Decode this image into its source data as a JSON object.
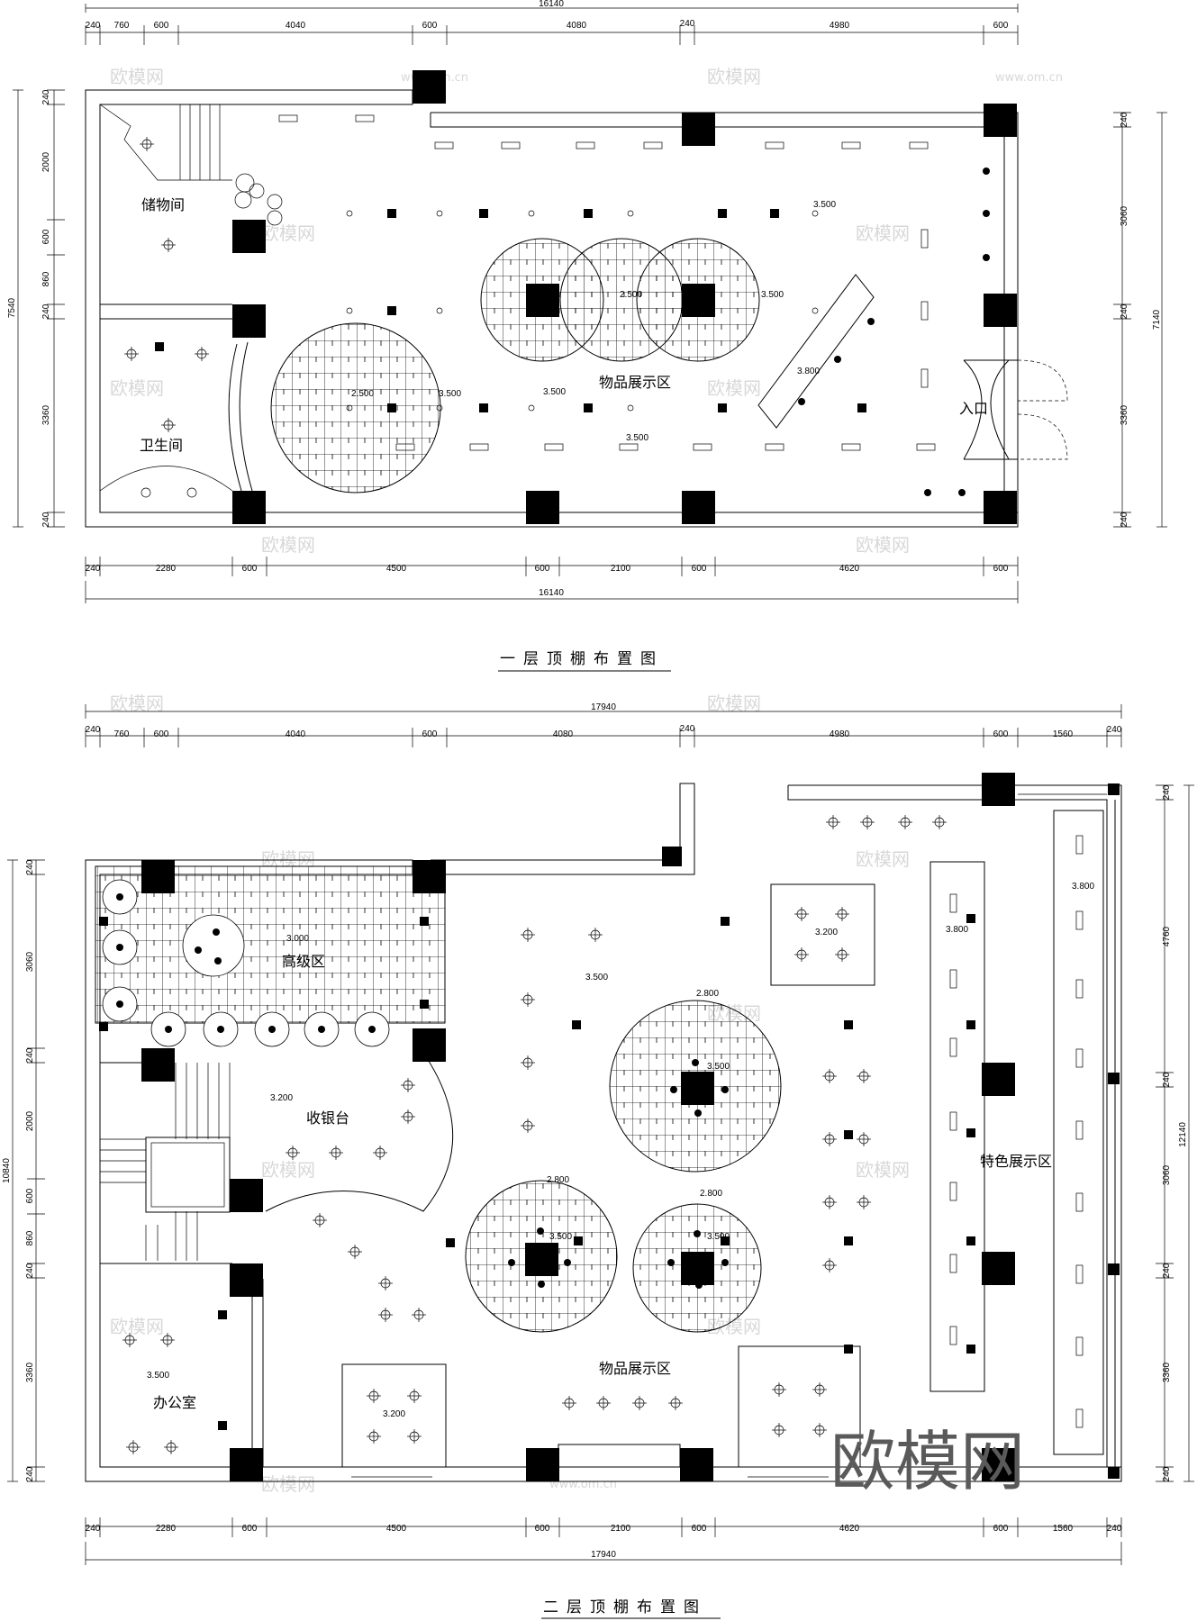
{
  "watermark": {
    "logo": "欧模网",
    "site": "www.om.cn"
  },
  "plan1": {
    "title": "一层顶棚布置图",
    "top_total": "16140",
    "bottom_total": "16140",
    "top_dims": [
      "240",
      "760",
      "600",
      "4040",
      "600",
      "4080",
      "240",
      "4980",
      "600"
    ],
    "bottom_dims": [
      "240",
      "2280",
      "600",
      "4500",
      "600",
      "2100",
      "600",
      "4620",
      "600"
    ],
    "left_dims": [
      "240",
      "2000",
      "600",
      "860",
      "240",
      "3360",
      "240"
    ],
    "left_total": "7540",
    "right_dims": [
      "240",
      "3060",
      "240",
      "3360",
      "240"
    ],
    "right_total": "7140",
    "rooms": {
      "storage": "储物间",
      "toilet": "卫生间",
      "display": "物品展示区",
      "entrance": "入口"
    },
    "elevations": [
      "3.500",
      "2.500",
      "3.500",
      "3.500",
      "2.500",
      "3.500",
      "3.800",
      "3.500"
    ]
  },
  "plan2": {
    "title": "二层顶棚布置图",
    "top_total": "17940",
    "bottom_total": "17940",
    "top_dims": [
      "240",
      "760",
      "600",
      "4040",
      "600",
      "4080",
      "240",
      "4980",
      "600",
      "1560",
      "240"
    ],
    "bottom_dims": [
      "240",
      "2280",
      "600",
      "4500",
      "600",
      "2100",
      "600",
      "4620",
      "600",
      "1560",
      "240"
    ],
    "left_dims": [
      "240",
      "3060",
      "240",
      "2000",
      "600",
      "860",
      "240",
      "3360",
      "240"
    ],
    "left_total": "10840",
    "right_dims": [
      "240",
      "4760",
      "240",
      "3060",
      "240",
      "3360",
      "240"
    ],
    "right_total": "12140",
    "rooms": {
      "premium": "高级区",
      "cashier": "收银台",
      "office": "办公室",
      "display": "物品展示区",
      "feature": "特色展示区"
    },
    "elevations": [
      "3.000",
      "3.500",
      "3.200",
      "3.200",
      "3.800",
      "3.800",
      "2.800",
      "3.500",
      "2.800",
      "3.500",
      "2.800",
      "3.500",
      "3.500",
      "3.200"
    ]
  }
}
